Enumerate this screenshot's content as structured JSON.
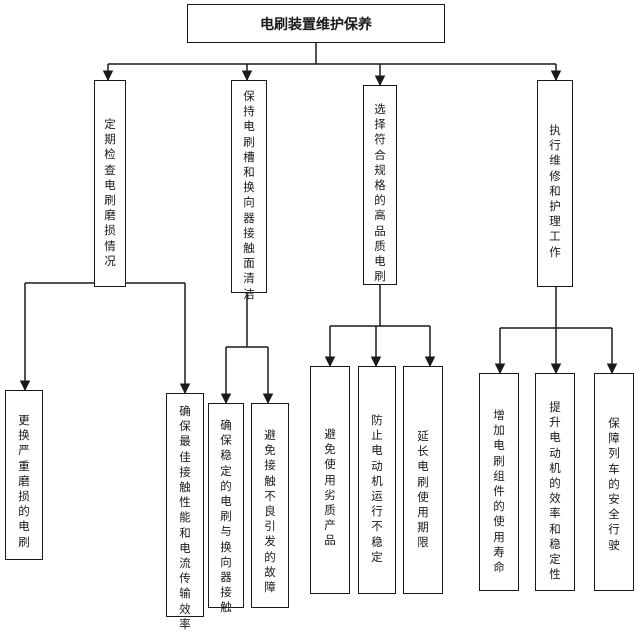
{
  "root": {
    "label": "电刷装置维护保养"
  },
  "branches": [
    {
      "label": "定期检查电刷磨损情况",
      "children": [
        "更换严重磨损的电刷",
        "确保最佳接触性能和电流传输效率"
      ]
    },
    {
      "label": "保持电刷槽和换向器接触面清洁",
      "children": [
        "确保稳定的电刷与换向器接触",
        "避免接触不良引发的故障"
      ]
    },
    {
      "label": "选择符合规格的高品质电刷",
      "children": [
        "避免使用劣质产品",
        "防止电动机运行不稳定",
        "延长电刷使用期限"
      ]
    },
    {
      "label": "执行维修和护理工作",
      "children": [
        "增加电刷组件的使用寿命",
        "提升电动机的效率和稳定性",
        "保障列车的安全行驶"
      ]
    }
  ]
}
